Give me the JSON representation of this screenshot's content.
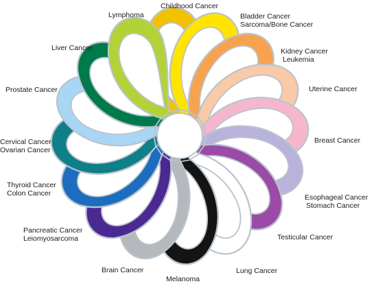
{
  "ribbons": [
    {
      "name": "childhood",
      "color": "#f2c200",
      "label_lines": [
        "Childhood Cancer"
      ]
    },
    {
      "name": "bladder-sarcoma",
      "color": "#ffe400",
      "label_lines": [
        "Bladder Cancer",
        "Sarcoma/Bone Cancer"
      ]
    },
    {
      "name": "kidney-leukemia",
      "color": "#f7a24e",
      "label_lines": [
        "Kidney Cancer",
        "Leukemia"
      ]
    },
    {
      "name": "uterine",
      "color": "#f9c9a8",
      "label_lines": [
        "Uterine Cancer"
      ]
    },
    {
      "name": "breast",
      "color": "#f6b6cc",
      "label_lines": [
        "Breast Cancer"
      ]
    },
    {
      "name": "esophageal-stomach",
      "color": "#b9b3dc",
      "label_lines": [
        "Esophageal Cancer",
        "Stomach Cancer"
      ]
    },
    {
      "name": "testicular",
      "color": "#9b4aa7",
      "label_lines": [
        "Testicular Cancer"
      ]
    },
    {
      "name": "lung",
      "color": "#ffffff",
      "label_lines": [
        "Lung Cancer"
      ]
    },
    {
      "name": "melanoma",
      "color": "#141414",
      "label_lines": [
        "Melanoma"
      ]
    },
    {
      "name": "brain",
      "color": "#b5b8bc",
      "label_lines": [
        "Brain Cancer"
      ]
    },
    {
      "name": "pancreatic-leiomyosarcoma",
      "color": "#4a2a92",
      "label_lines": [
        "Pancreatic Cancer",
        "Leiomyosarcoma"
      ]
    },
    {
      "name": "thyroid-colon",
      "color": "#1c6dc0",
      "label_lines": [
        "Thyroid Cancer",
        "Colon Cancer"
      ]
    },
    {
      "name": "cervical-ovarian",
      "color": "#0f7f8a",
      "label_lines": [
        "Cervical Cancer",
        "Ovarian Cancer"
      ]
    },
    {
      "name": "prostate",
      "color": "#a9d6f5",
      "label_lines": [
        "Prostate Cancer"
      ]
    },
    {
      "name": "liver",
      "color": "#007a4a",
      "label_lines": [
        "Liver Cancer"
      ]
    },
    {
      "name": "lymphoma",
      "color": "#b3d236",
      "label_lines": [
        "Lymphoma"
      ]
    }
  ],
  "outline_color": "#b9c4cc",
  "background_color": "#ffffff"
}
